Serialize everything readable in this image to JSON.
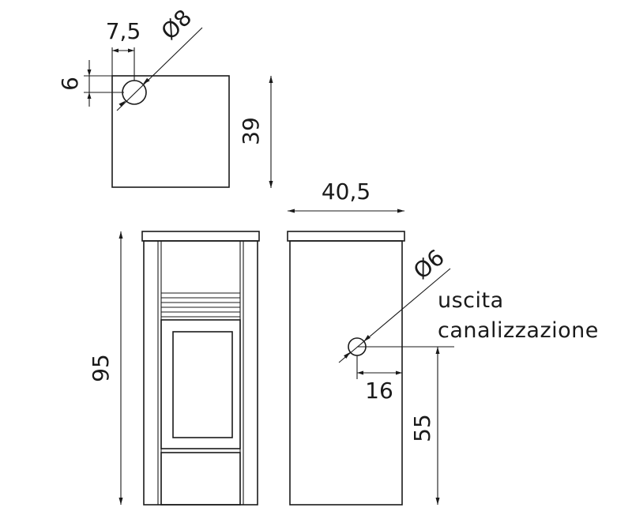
{
  "top_view": {
    "hole_offset_x": "7,5",
    "hole_offset_y": "6",
    "hole_diameter": "Ø8",
    "depth": "39"
  },
  "front_view": {
    "height": "95"
  },
  "side_view": {
    "width": "40,5",
    "outlet_diameter": "Ø6",
    "outlet_note_line1": "uscita",
    "outlet_note_line2": "canalizzazione",
    "outlet_offset": "16",
    "outlet_height": "55"
  }
}
